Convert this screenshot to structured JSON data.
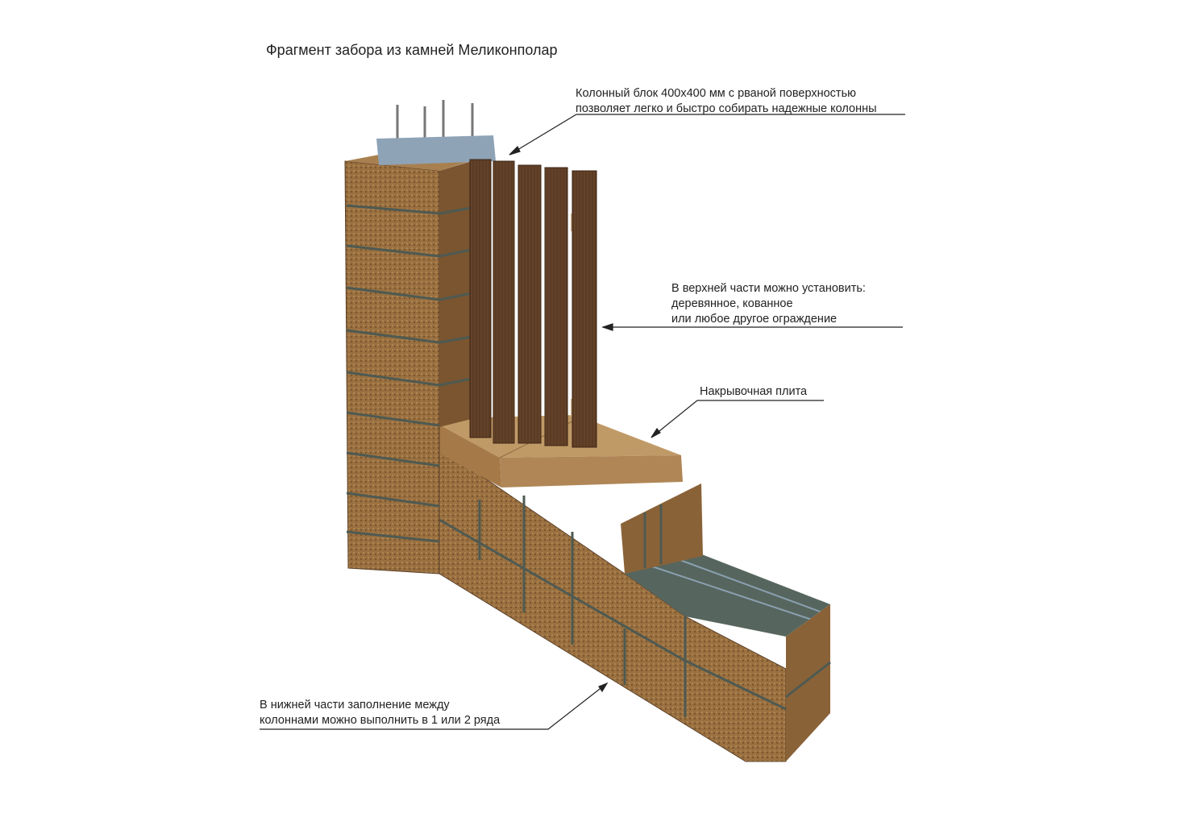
{
  "title": "Фрагмент забора из камней Меликонполар",
  "callouts": {
    "column": [
      "Колонный блок 400х400 мм с рваной поверхностью",
      "позволяет легко и быстро собирать надежные колонны"
    ],
    "upper": [
      "В верхней части можно установить:",
      "деревянное, кованное",
      "или любое другое ограждение"
    ],
    "cap": [
      "Накрывочная плита"
    ],
    "lower": [
      "В нижней части заполнение между",
      "колоннами можно выполнить в 1 или 2 ряда"
    ]
  },
  "colors": {
    "stone": "#9a7040",
    "stone_dark": "#7a5530",
    "wood": "#5b3b24",
    "concrete": "#8ea3b6",
    "mortar": "#4e5a52",
    "slab": "#c09a66"
  }
}
